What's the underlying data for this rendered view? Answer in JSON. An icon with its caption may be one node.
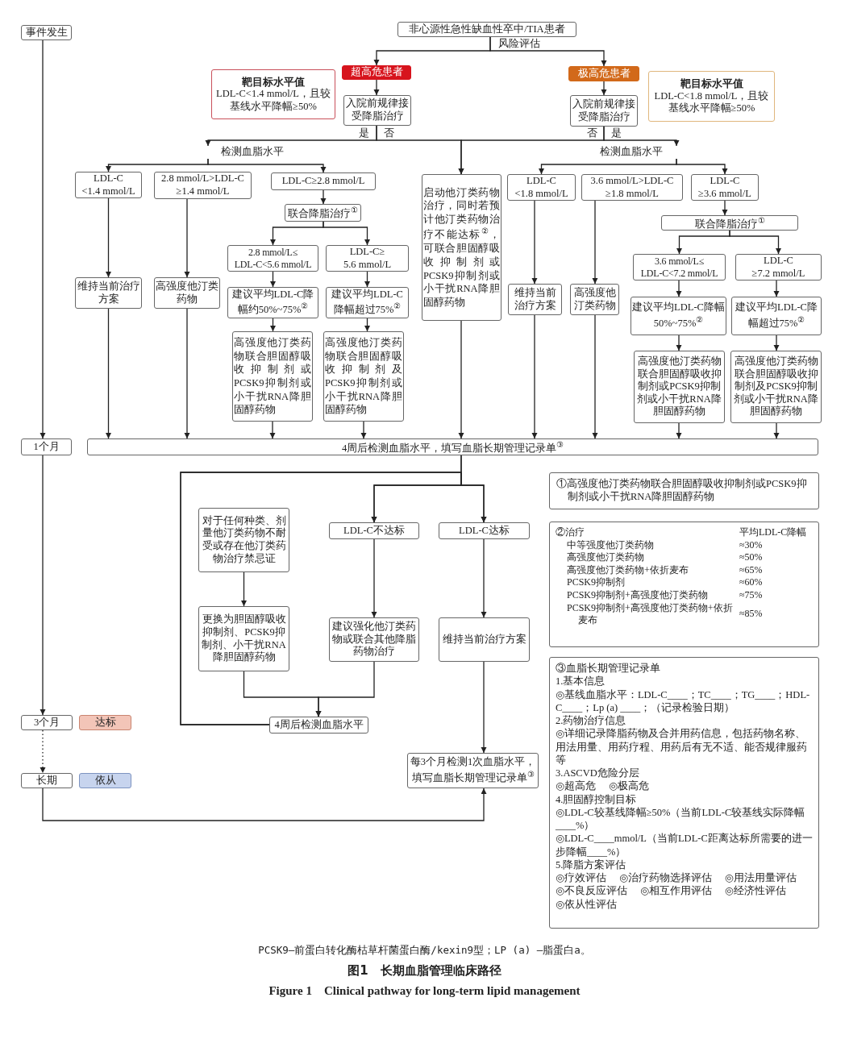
{
  "diagram": {
    "caption": "图1　长期血脂管理临床路径",
    "nodes": [
      {
        "text": [
          "事件发生"
        ]
      },
      {
        "text": [
          "非心源性急性缺血性卒中/TIA患者"
        ]
      },
      {
        "text": [
          "超高危患者"
        ]
      },
      {
        "text": [
          "极高危患者"
        ]
      },
      {
        "text": [
          "靶目标水平值",
          "LDL-C<1.4 mmol/L，且较基线水平降幅≥50%"
        ]
      },
      {
        "text": [
          "靶目标水平值",
          "LDL-C<1.8 mmol/L，且较基线水平降幅≥50%"
        ]
      },
      {
        "text": [
          "入院前规律接受降脂治疗"
        ]
      },
      {
        "text": [
          "入院前规律接受降脂治疗"
        ]
      },
      {
        "text": [
          "检测血脂水平"
        ]
      },
      {
        "text": [
          "检测血脂水平"
        ]
      },
      {
        "text": [
          "LDL-C <1.4 mmol/L"
        ]
      },
      {
        "text": [
          "2.8 mmol/L>LDL-C ≥1.4 mmol/L"
        ]
      },
      {
        "text": [
          "LDL-C≥2.8 mmol/L"
        ]
      },
      {
        "text": [
          "联合降脂治疗$^{①}$"
        ]
      },
      {
        "text": [
          "2.8 mmol/L≤ LDL-C<5.6 mmol/L"
        ]
      },
      {
        "text": [
          "LDL-C≥ 5.6 mmol/L"
        ]
      },
      {
        "text": [
          "建议平均LDL-C降幅约50%~75%$^{②}$"
        ]
      },
      {
        "text": [
          "建议平均LDL-C降幅超过75%$^{②}$"
        ]
      },
      {
        "text": [
          "高强度他汀类药物联合胆固醇吸收抑制剂或PCSK9抑制剂或小干扰RNA降胆固醇药物"
        ]
      },
      {
        "text": [
          "高强度他汀类药物联合胆固醇吸收抑制剂及PCSK9抑制剂或小干扰RNA降胆固醇药物"
        ]
      },
      {
        "text": [
          "维持当前治疗方案"
        ]
      },
      {
        "text": [
          "高强度他汀类药物"
        ]
      },
      {
        "text": [
          "启动他汀类药物治疗，同时若预计他汀类药物治疗不能达标$^{②}$，可联合胆固醇吸收抑制剂或PCSK9抑制剂或小干扰RNA降胆固醇药物"
        ]
      },
      {
        "text": [
          "LDL-C <1.8 mmol/L"
        ]
      },
      {
        "text": [
          "3.6 mmol/L>LDL-C ≥1.8 mmol/L"
        ]
      },
      {
        "text": [
          "LDL-C ≥3.6 mmol/L"
        ]
      },
      {
        "text": [
          "联合降脂治疗$^{①}$"
        ]
      },
      {
        "text": [
          "3.6 mmol/L≤ LDL-C<7.2 mmol/L"
        ]
      },
      {
        "text": [
          "LDL-C ≥7.2 mmol/L"
        ]
      },
      {
        "text": [
          "建议平均LDL-C降幅50%~75%$^{②}$"
        ]
      },
      {
        "text": [
          "建议平均LDL-C降幅超过75%$^{②}$"
        ]
      },
      {
        "text": [
          "高强度他汀类药物联合胆固醇吸收抑制剂或PCSK9抑制剂或小干扰RNA降胆固醇药物"
        ]
      },
      {
        "text": [
          "高强度他汀类药物联合胆固醇吸收抑制剂及PCSK9抑制剂或小干扰RNA降胆固醇药物"
        ]
      },
      {
        "text": [
          "维持当前治疗方案"
        ]
      },
      {
        "text": [
          "高强度他汀类药物"
        ]
      },
      {
        "text": [
          "1个月"
        ]
      },
      {
        "text": [
          "4周后检测血脂水平，填写血脂长期管理记录单$^{③}$"
        ]
      },
      {
        "text": [
          "对于任何种类、剂量他汀类药物不耐受或存在他汀类药物治疗禁忌证"
        ]
      },
      {
        "text": [
          "LDL-C不达标"
        ]
      },
      {
        "text": [
          "LDL-C达标"
        ]
      },
      {
        "text": [
          "更换为胆固醇吸收抑制剂、PCSK9抑制剂、小干扰RNA降胆固醇药物"
        ]
      },
      {
        "text": [
          "建议强化他汀类药物或联合其他降脂药物治疗"
        ]
      },
      {
        "text": [
          "维持当前治疗方案"
        ]
      },
      {
        "text": [
          "4周后检测血脂水平"
        ]
      },
      {
        "text": [
          "3个月"
        ]
      },
      {
        "text": [
          "达标"
        ]
      },
      {
        "text": [
          "长期"
        ]
      },
      {
        "text": [
          "依从"
        ]
      },
      {
        "text": [
          "每3个月检测1次血脂水平，填写血脂长期管理记录单$^{③}$"
        ]
      },
      {
        "text": [
          "①高强度他汀类药物联合胆固醇吸收抑制剂或PCSK9抑制剂或小干扰RNA降胆固醇药物"
        ]
      },
      {
        "text": [
          "②治疗",
          "平均LDL-C降幅",
          "中等强度他汀类药物",
          "≈30%",
          "高强度他汀类药物",
          "≈50%",
          "高强度他汀类药物+依折麦布",
          "≈65%",
          "PCSK9抑制剂",
          "≈60%",
          "PCSK9抑制剂+高强度他汀类药物",
          "≈75%",
          "PCSK9抑制剂+高强度他汀类药物+依折麦布",
          "≈85%"
        ]
      },
      {
        "text": [
          "③血脂长期管理记录单",
          "1.基本信息",
          "◎基线血脂水平：LDL-C____；TC____；TG____；HDL-C____；Lp (a) ____；（记录检验日期）",
          "2.药物治疗信息",
          "◎详细记录降脂药物及合并用药信息，包括药物名称、用法用量、用药疗程、用药后有无不适、能否规律服药等",
          "3.ASCVD危险分层",
          "◎超高危",
          "◎极高危",
          "4.胆固醇控制目标",
          "◎LDL-C较基线降幅≥50%（当前LDL-C较基线实际降幅____%）",
          "◎LDL-C____mmol/L（当前LDL-C距离达标所需要的进一步降幅____%）",
          "5.降脂方案评估",
          "◎疗效评估",
          "◎治疗药物选择评估",
          "◎用法用量评估",
          "◎不良反应评估",
          "◎相互作用评估",
          "◎经济性评估",
          "◎依从性评估"
        ]
      }
    ],
    "edges": [
      {
        "from": 1,
        "to": 2,
        "arrow": "to",
        "label": "风险评估"
      },
      {
        "from": 1,
        "to": 3,
        "arrow": "to"
      },
      {
        "from": 2,
        "to": 6,
        "arrow": "to"
      },
      {
        "from": 3,
        "to": 7,
        "arrow": "to"
      },
      {
        "from": 6,
        "to": 8,
        "arrow": "to",
        "label": "是"
      },
      {
        "from": 6,
        "to": 22,
        "arrow": "to",
        "label": "否"
      },
      {
        "from": 7,
        "to": 22,
        "arrow": "to",
        "label": "否"
      },
      {
        "from": 7,
        "to": 9,
        "arrow": "to",
        "label": "是"
      },
      {
        "from": 8,
        "to": 10,
        "arrow": "to"
      },
      {
        "from": 8,
        "to": 12,
        "arrow": "to"
      },
      {
        "from": 12,
        "to": 13,
        "arrow": "to"
      },
      {
        "from": 13,
        "to": 14,
        "arrow": "to"
      },
      {
        "from": 13,
        "to": 15,
        "arrow": "to"
      },
      {
        "from": 14,
        "to": 16,
        "arrow": "to"
      },
      {
        "from": 15,
        "to": 17,
        "arrow": "to"
      },
      {
        "from": 16,
        "to": 18,
        "arrow": "to"
      },
      {
        "from": 17,
        "to": 19,
        "arrow": "to"
      },
      {
        "from": 10,
        "to": 20,
        "arrow": "to"
      },
      {
        "from": 11,
        "to": 21,
        "arrow": "to"
      },
      {
        "from": 9,
        "to": 23,
        "arrow": "to"
      },
      {
        "from": 9,
        "to": 25,
        "arrow": "to"
      },
      {
        "from": 25,
        "to": 26,
        "arrow": "to"
      },
      {
        "from": 26,
        "to": 27,
        "arrow": "to"
      },
      {
        "from": 26,
        "to": 28,
        "arrow": "to"
      },
      {
        "from": 27,
        "to": 29,
        "arrow": "to"
      },
      {
        "from": 28,
        "to": 30,
        "arrow": "to"
      },
      {
        "from": 29,
        "to": 31,
        "arrow": "to"
      },
      {
        "from": 30,
        "to": 32,
        "arrow": "to"
      },
      {
        "from": 23,
        "to": 33,
        "arrow": "to"
      },
      {
        "from": 24,
        "to": 34,
        "arrow": "to"
      },
      {
        "from": 20,
        "to": 36,
        "arrow": "to"
      },
      {
        "from": 21,
        "to": 36,
        "arrow": "to"
      },
      {
        "from": 18,
        "to": 36,
        "arrow": "to"
      },
      {
        "from": 19,
        "to": 36,
        "arrow": "to"
      },
      {
        "from": 22,
        "to": 36,
        "arrow": "to"
      },
      {
        "from": 33,
        "to": 36,
        "arrow": "to"
      },
      {
        "from": 34,
        "to": 36,
        "arrow": "to"
      },
      {
        "from": 31,
        "to": 36,
        "arrow": "to"
      },
      {
        "from": 32,
        "to": 36,
        "arrow": "to"
      },
      {
        "from": 0,
        "to": 35,
        "arrow": "to"
      },
      {
        "from": 35,
        "to": 44,
        "arrow": "to"
      },
      {
        "from": 44,
        "to": 46,
        "arrow": "to",
        "style": "dashed"
      },
      {
        "from": 46,
        "to": 48,
        "arrow": "to"
      },
      {
        "from": 36,
        "to": 38,
        "arrow": "to"
      },
      {
        "from": 36,
        "to": 39,
        "arrow": "to"
      },
      {
        "from": 43,
        "to": 38,
        "arrow": "to"
      },
      {
        "from": 43,
        "to": 39,
        "arrow": "to"
      },
      {
        "from": 38,
        "to": 41,
        "arrow": "to"
      },
      {
        "from": 39,
        "to": 42,
        "arrow": "to"
      },
      {
        "from": 37,
        "to": 40,
        "arrow": "to"
      },
      {
        "from": 40,
        "to": 43,
        "arrow": "to"
      },
      {
        "from": 41,
        "to": 43,
        "arrow": "to"
      },
      {
        "from": 42,
        "to": 48,
        "arrow": "to"
      }
    ],
    "labels": [
      "PCSK9—前蛋白转化酶枯草杆菌蛋白酶/kexin9型；LP (a) —脂蛋白a。",
      "Figure 1　Clinical pathway for long-term lipid management"
    ]
  }
}
